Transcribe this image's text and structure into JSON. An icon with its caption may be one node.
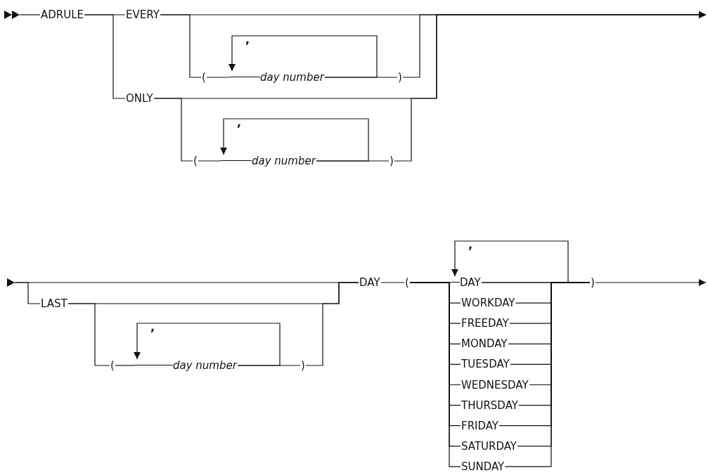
{
  "diagram": {
    "nodes": [
      {
        "text": [],
        "shape": "triangle"
      },
      {
        "text": [
          "ADRULE"
        ]
      },
      {
        "text": [
          "EVERY"
        ]
      },
      {
        "text": [
          "("
        ]
      },
      {
        "text": [
          "day number"
        ]
      },
      {
        "text": [
          ")"
        ]
      },
      {
        "text": [
          "ONLY"
        ]
      },
      {
        "text": [
          "("
        ]
      },
      {
        "text": [
          "day number"
        ]
      },
      {
        "text": [
          ")"
        ]
      },
      {
        "text": [],
        "shape": "triangle"
      },
      {
        "text": [
          "LAST"
        ]
      },
      {
        "text": [
          "("
        ]
      },
      {
        "text": [
          "day number"
        ]
      },
      {
        "text": [
          ")"
        ]
      },
      {
        "text": [
          "DAY"
        ]
      },
      {
        "text": [
          "("
        ]
      },
      {
        "text": [
          "DAY"
        ]
      },
      {
        "text": [
          "WORKDAY"
        ]
      },
      {
        "text": [
          "FREEDAY"
        ]
      },
      {
        "text": [
          "MONDAY"
        ]
      },
      {
        "text": [
          "TUESDAY"
        ]
      },
      {
        "text": [
          "WEDNESDAY"
        ]
      },
      {
        "text": [
          "THURSDAY"
        ]
      },
      {
        "text": [
          "FRIDAY"
        ]
      },
      {
        "text": [
          "SATURDAY"
        ]
      },
      {
        "text": [
          "SUNDAY"
        ]
      },
      {
        "text": [
          ")"
        ]
      }
    ],
    "edges": [
      {
        "from": 0,
        "to": 1,
        "arrow": "none"
      },
      {
        "from": 1,
        "to": 2,
        "arrow": "none"
      },
      {
        "from": 1,
        "to": 6,
        "arrow": "none"
      },
      {
        "from": 2,
        "to": 3,
        "arrow": "none"
      },
      {
        "from": 3,
        "to": 4,
        "arrow": "none"
      },
      {
        "from": 4,
        "to": 4,
        "label": ",",
        "arrow": "to"
      },
      {
        "from": 4,
        "to": 5,
        "arrow": "none"
      },
      {
        "from": 2,
        "to": null,
        "arrow": "to"
      },
      {
        "from": 5,
        "to": null,
        "arrow": "to"
      },
      {
        "from": 6,
        "to": null,
        "arrow": "to"
      },
      {
        "from": 6,
        "to": 7,
        "arrow": "none"
      },
      {
        "from": 7,
        "to": 8,
        "arrow": "none"
      },
      {
        "from": 8,
        "to": 8,
        "label": ",",
        "arrow": "to"
      },
      {
        "from": 8,
        "to": 9,
        "arrow": "none"
      },
      {
        "from": 9,
        "to": null,
        "arrow": "to"
      },
      {
        "from": 10,
        "to": 15,
        "arrow": "none"
      },
      {
        "from": 10,
        "to": 11,
        "arrow": "none"
      },
      {
        "from": 11,
        "to": 15,
        "arrow": "none"
      },
      {
        "from": 11,
        "to": 12,
        "arrow": "none"
      },
      {
        "from": 12,
        "to": 13,
        "arrow": "none"
      },
      {
        "from": 13,
        "to": 13,
        "label": ",",
        "arrow": "to"
      },
      {
        "from": 13,
        "to": 14,
        "arrow": "none"
      },
      {
        "from": 14,
        "to": 15,
        "arrow": "none"
      },
      {
        "from": 15,
        "to": 16,
        "arrow": "none"
      },
      {
        "from": 16,
        "to": 17,
        "arrow": "none"
      },
      {
        "from": 16,
        "to": 18,
        "arrow": "none"
      },
      {
        "from": 16,
        "to": 19,
        "arrow": "none"
      },
      {
        "from": 16,
        "to": 20,
        "arrow": "none"
      },
      {
        "from": 16,
        "to": 21,
        "arrow": "none"
      },
      {
        "from": 16,
        "to": 22,
        "arrow": "none"
      },
      {
        "from": 16,
        "to": 23,
        "arrow": "none"
      },
      {
        "from": 16,
        "to": 24,
        "arrow": "none"
      },
      {
        "from": 16,
        "to": 25,
        "arrow": "none"
      },
      {
        "from": 16,
        "to": 26,
        "arrow": "none"
      },
      {
        "from": 17,
        "to": 17,
        "label": ",",
        "arrow": "to"
      },
      {
        "from": 17,
        "to": 27,
        "arrow": "none"
      },
      {
        "from": 18,
        "to": 27,
        "arrow": "none"
      },
      {
        "from": 19,
        "to": 27,
        "arrow": "none"
      },
      {
        "from": 20,
        "to": 27,
        "arrow": "none"
      },
      {
        "from": 21,
        "to": 27,
        "arrow": "none"
      },
      {
        "from": 22,
        "to": 27,
        "arrow": "none"
      },
      {
        "from": 23,
        "to": 27,
        "arrow": "none"
      },
      {
        "from": 24,
        "to": 27,
        "arrow": "none"
      },
      {
        "from": 25,
        "to": 27,
        "arrow": "none"
      },
      {
        "from": 26,
        "to": 27,
        "arrow": "none"
      },
      {
        "from": 27,
        "to": null,
        "arrow": "to"
      }
    ]
  }
}
